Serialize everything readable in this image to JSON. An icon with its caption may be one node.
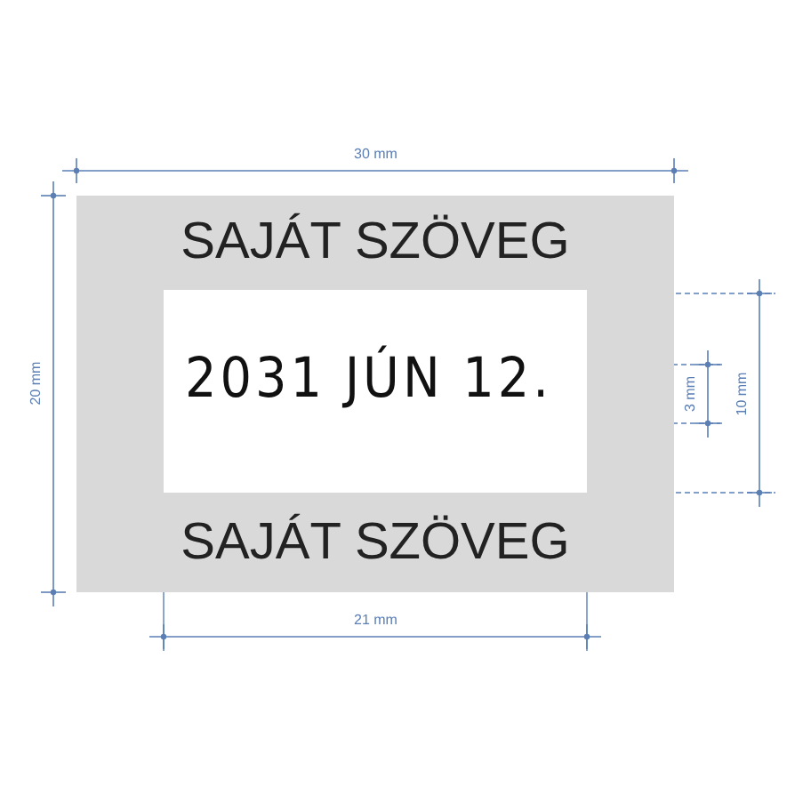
{
  "diagram": {
    "nodes": [
      {
        "text": [
          "SAJÁT SZÖVEG",
          "SAJÁT SZÖVEG"
        ]
      },
      {
        "text": [
          "2031 JÚN 12."
        ],
        "in": 0
      }
    ],
    "labels": [
      "30 mm",
      "20 mm",
      "3 mm",
      "10 mm",
      "21 mm"
    ]
  }
}
